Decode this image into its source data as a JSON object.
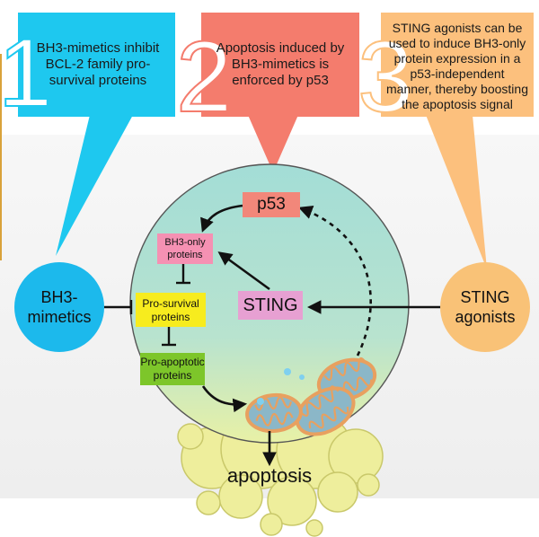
{
  "callouts": [
    {
      "number": "1",
      "text": "BH3-mimetics inhibit BCL-2 family pro-survival proteins",
      "color": "#1ec8ef"
    },
    {
      "number": "2",
      "text": "Apoptosis induced by BH3-mimetics is enforced by p53",
      "color": "#f47c6d"
    },
    {
      "number": "3",
      "text": "STING agonists can be used to induce BH3-only protein expression in a p53-independent manner, thereby boosting the apoptosis signal",
      "color": "#fcc07d"
    }
  ],
  "nodes": {
    "p53": "p53",
    "bh3_only": "BH3-only proteins",
    "pro_survival": "Pro-survival proteins",
    "pro_apoptotic": "Pro-apoptotic proteins",
    "sting": "STING",
    "bh3_mimetics": "BH3-mimetics",
    "sting_agonists": "STING agonists",
    "apoptosis": "apoptosis"
  },
  "colors": {
    "cell_top": "#a3ddd6",
    "cell_bottom": "#e4efa6",
    "p53_box": "#f2877a",
    "bh3_only_box": "#f591b3",
    "pro_survival_box": "#f7ec1e",
    "pro_apoptotic_box": "#7dc62a",
    "sting_box": "#e7a0d2",
    "bh3_mimetics_circle": "#1cb9ec",
    "sting_agonists_circle": "#f9c277",
    "bleb": "#eeee9c",
    "mito_outer": "#e8a05f",
    "mito_inner": "#8bb7c8"
  }
}
